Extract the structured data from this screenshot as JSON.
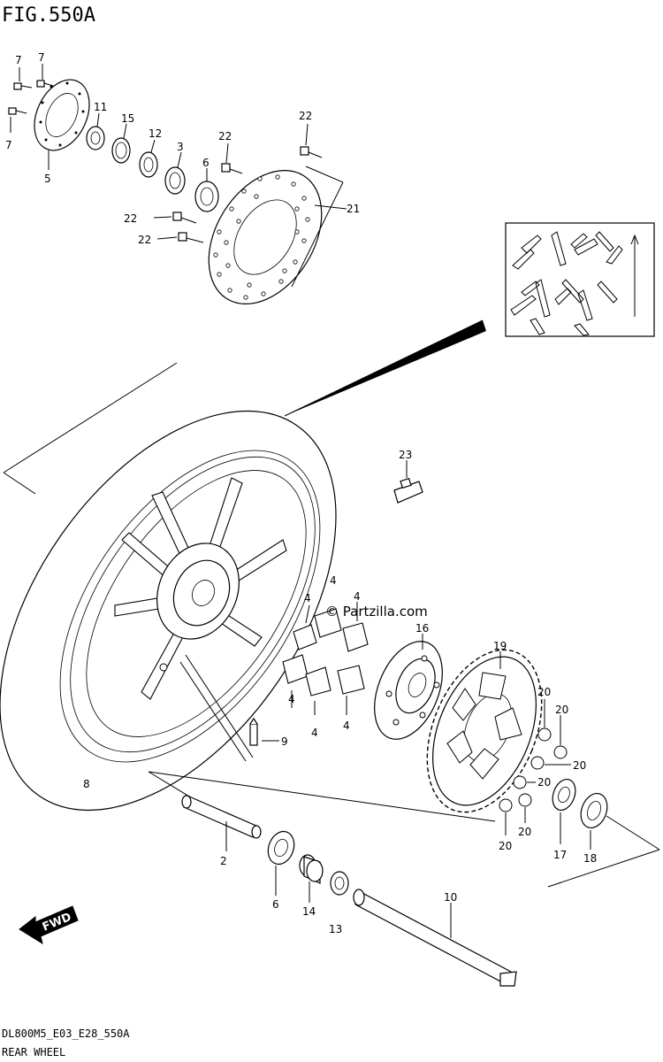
{
  "figure": {
    "title": "FIG.550A"
  },
  "watermark": "© Partzilla.com",
  "direction_badge": "FWD",
  "footer": {
    "code": "DL800M5_E03_E28_550A",
    "caption": "REAR WHEEL"
  },
  "callouts": [
    {
      "id": "c7a",
      "text": "7"
    },
    {
      "id": "c7b",
      "text": "7"
    },
    {
      "id": "c7c",
      "text": "7"
    },
    {
      "id": "c5",
      "text": "5"
    },
    {
      "id": "c11",
      "text": "11"
    },
    {
      "id": "c15",
      "text": "15"
    },
    {
      "id": "c12",
      "text": "12"
    },
    {
      "id": "c3",
      "text": "3"
    },
    {
      "id": "c6a",
      "text": "6"
    },
    {
      "id": "c22a",
      "text": "22"
    },
    {
      "id": "c22b",
      "text": "22"
    },
    {
      "id": "c22c",
      "text": "22"
    },
    {
      "id": "c22d",
      "text": "22"
    },
    {
      "id": "c21",
      "text": "21"
    },
    {
      "id": "c23",
      "text": "23"
    },
    {
      "id": "c4a",
      "text": "4"
    },
    {
      "id": "c4b",
      "text": "4"
    },
    {
      "id": "c4c",
      "text": "4"
    },
    {
      "id": "c4d",
      "text": "4"
    },
    {
      "id": "c4e",
      "text": "4"
    },
    {
      "id": "c4f",
      "text": "4"
    },
    {
      "id": "c16",
      "text": "16"
    },
    {
      "id": "c19",
      "text": "19"
    },
    {
      "id": "c20a",
      "text": "20"
    },
    {
      "id": "c20b",
      "text": "20"
    },
    {
      "id": "c20c",
      "text": "20"
    },
    {
      "id": "c20d",
      "text": "20"
    },
    {
      "id": "c20e",
      "text": "20"
    },
    {
      "id": "c20f",
      "text": "20"
    },
    {
      "id": "c9",
      "text": "9"
    },
    {
      "id": "c8",
      "text": "8"
    },
    {
      "id": "c2",
      "text": "2"
    },
    {
      "id": "c6b",
      "text": "6"
    },
    {
      "id": "c14",
      "text": "14"
    },
    {
      "id": "c13",
      "text": "13"
    },
    {
      "id": "c10",
      "text": "10"
    },
    {
      "id": "c17",
      "text": "17"
    },
    {
      "id": "c18",
      "text": "18"
    }
  ]
}
